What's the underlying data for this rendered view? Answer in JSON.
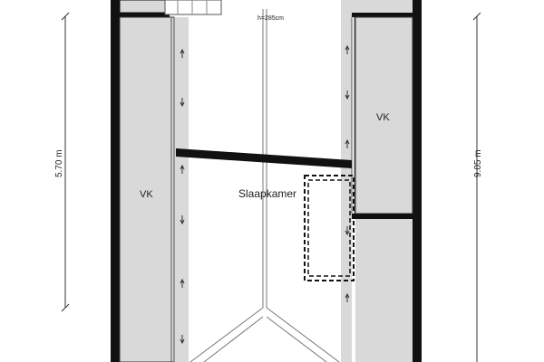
{
  "plan": {
    "room_label": "Slaapkamer",
    "zone_left": "VK",
    "zone_right": "VK",
    "height_note": "h=285cm",
    "dim_left": "5.70 m",
    "dim_right": "9.05 m"
  },
  "colors": {
    "wall": "#111111",
    "storage": "#d9d9d9",
    "line": "#555555",
    "background": "#ffffff"
  },
  "icons": {
    "up": "arrow-up-icon",
    "down": "arrow-down-icon"
  }
}
